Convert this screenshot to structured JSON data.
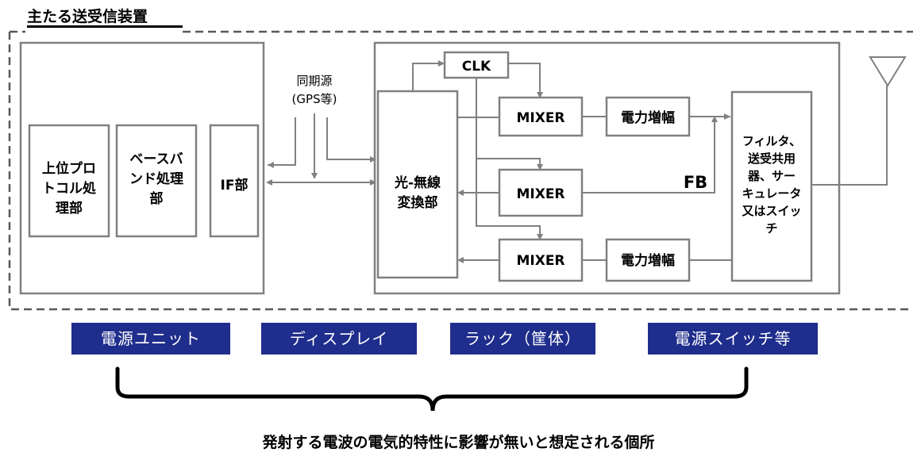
{
  "title": "主たる送受信装置",
  "sync": {
    "line1": "同期源",
    "line2": "(GPS等)"
  },
  "blocks": {
    "protocol": [
      "上位プロ",
      "トコル処",
      "理部"
    ],
    "baseband": [
      "ベースバ",
      "ンド処理",
      "部"
    ],
    "if": "IF部",
    "optical": [
      "光-無線",
      "変換部"
    ],
    "clk": "CLK",
    "mixer": "MIXER",
    "amp": "電力増幅",
    "fb": "FB",
    "filter": [
      "フィルタ、",
      "送受共用",
      "器、サー",
      "キュレータ",
      "又はスイッ",
      "チ"
    ]
  },
  "chips": [
    "電源ユニット",
    "ディスプレイ",
    "ラック（筐体）",
    "電源スイッチ等"
  ],
  "footer": "発射する電波の電気的特性に影響が無いと想定される個所",
  "colors": {
    "chip_bg": "#1f2d8c",
    "line": "#808080",
    "dash": "#595959"
  }
}
